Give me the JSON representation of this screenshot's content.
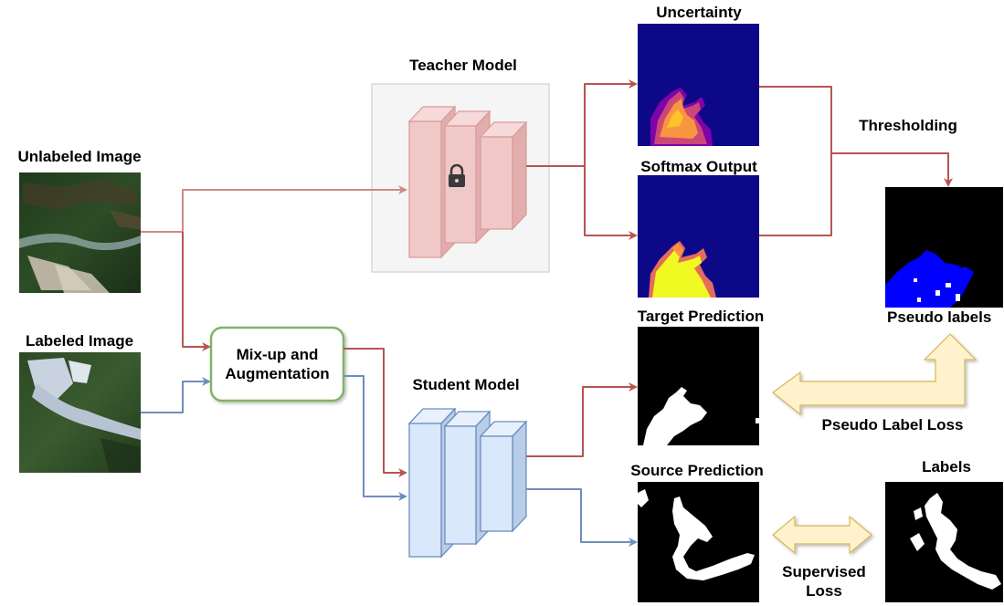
{
  "labels": {
    "unlabeled_image": "Unlabeled Image",
    "labeled_image": "Labeled Image",
    "teacher_model": "Teacher Model",
    "student_model": "Student Model",
    "mixup_line1": "Mix-up and",
    "mixup_line2": "Augmentation",
    "uncertainty": "Uncertainty",
    "softmax_output": "Softmax Output",
    "thresholding": "Thresholding",
    "pseudo_labels": "Pseudo labels",
    "target_prediction": "Target Prediction",
    "source_prediction": "Source Prediction",
    "labels": "Labels",
    "pseudo_label_loss": "Pseudo Label Loss",
    "supervised_line1": "Supervised",
    "supervised_line2": "Loss"
  },
  "colors": {
    "red_arrow": "#b85450",
    "blue_arrow": "#6c8ebf",
    "teacher_block_fill": "#f0c8c8",
    "student_block_fill": "#dae8fc",
    "mixup_border": "#82b366",
    "loss_arrow_fill": "#fff2cc",
    "heatmap_bg": "#0d0887",
    "heatmap_hot": "#f0f921",
    "pseudo_blue": "#0000ff"
  },
  "icons": [
    "lock-icon"
  ]
}
